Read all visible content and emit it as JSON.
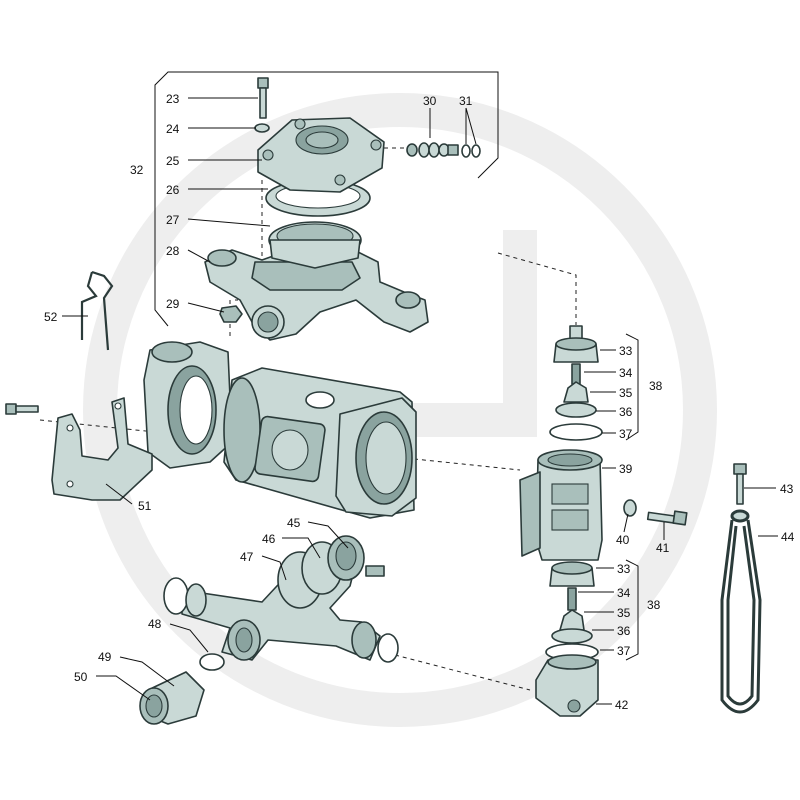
{
  "colors": {
    "part_fill": "#c9d9d6",
    "part_shade": "#a9bfbb",
    "part_dark": "#8aa39f",
    "outline": "#2b3b3a",
    "watermark": "#eeeeee",
    "background": "#ffffff"
  },
  "callouts": {
    "p23": "23",
    "p24": "24",
    "p25": "25",
    "p26": "26",
    "p27": "27",
    "p28": "28",
    "p29": "29",
    "p30": "30",
    "p31": "31",
    "p32": "32",
    "p33a": "33",
    "p34a": "34",
    "p35a": "35",
    "p36a": "36",
    "p37a": "37",
    "p38a": "38",
    "p39": "39",
    "p40": "40",
    "p41": "41",
    "p42": "42",
    "p43": "43",
    "p44": "44",
    "p33b": "33",
    "p34b": "34",
    "p35b": "35",
    "p36b": "36",
    "p37b": "37",
    "p38b": "38",
    "p45": "45",
    "p46": "46",
    "p47": "47",
    "p48": "48",
    "p49": "49",
    "p50": "50",
    "p51": "51",
    "p52": "52"
  }
}
